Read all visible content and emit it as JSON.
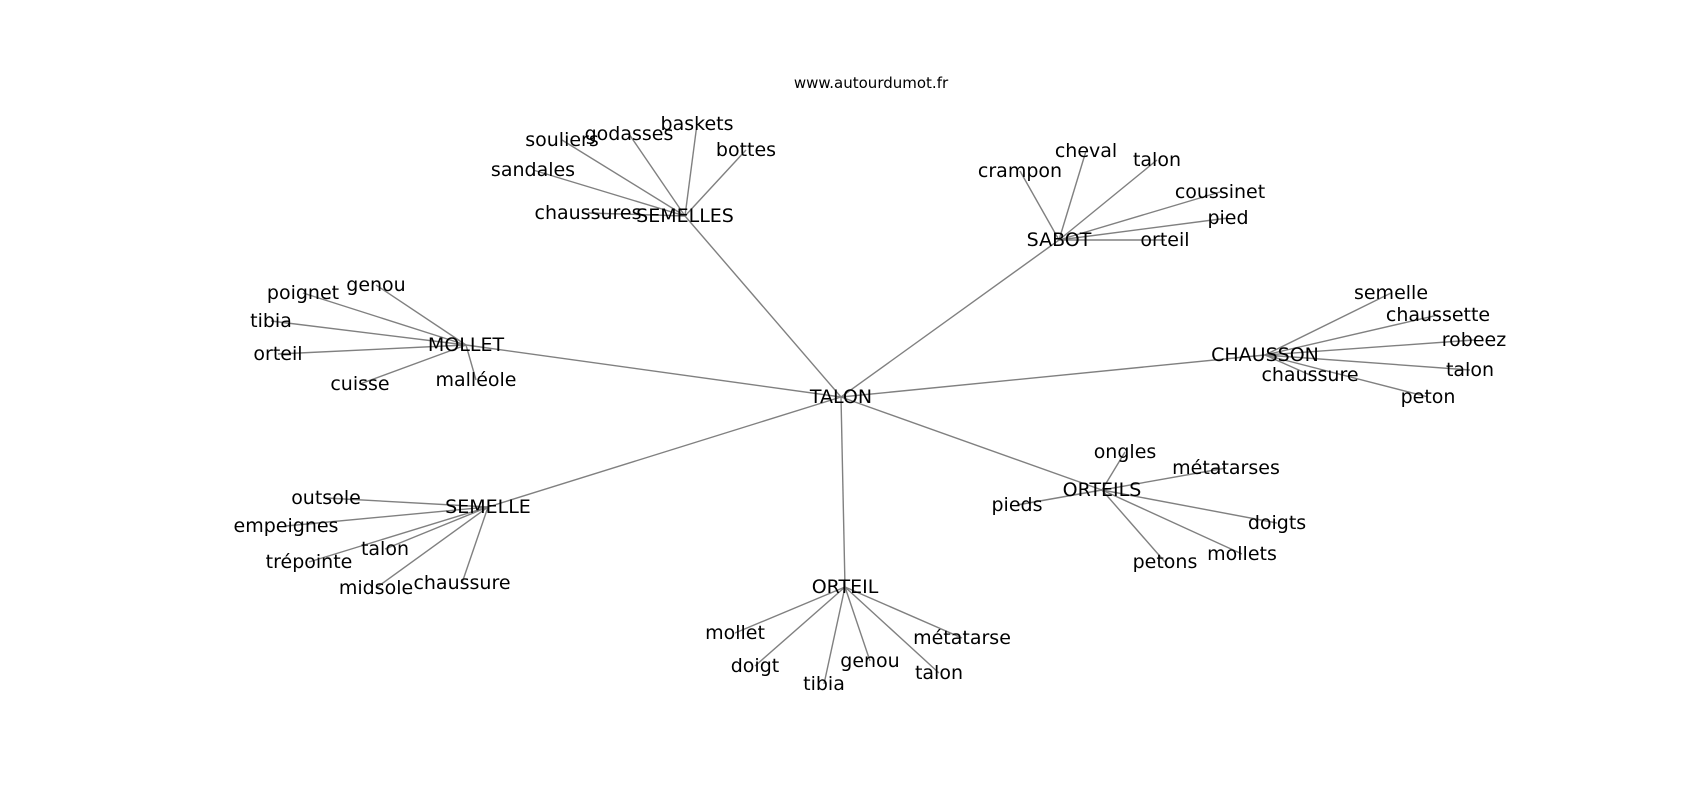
{
  "source": "www.autourdumot.fr",
  "colors": {
    "edge": "#808080",
    "text": "#000000",
    "background": "#ffffff"
  },
  "graph": {
    "center": "TALON",
    "groups": [
      {
        "label": "SEMELLES",
        "leaves": [
          "souliers",
          "godasses",
          "baskets",
          "bottes",
          "sandales",
          "chaussures"
        ]
      },
      {
        "label": "SABOT",
        "leaves": [
          "crampon",
          "cheval",
          "talon",
          "coussinet",
          "pied",
          "orteil"
        ]
      },
      {
        "label": "MOLLET",
        "leaves": [
          "poignet",
          "genou",
          "tibia",
          "orteil",
          "cuisse",
          "malléole"
        ]
      },
      {
        "label": "CHAUSSON",
        "leaves": [
          "semelle",
          "chaussette",
          "robeez",
          "talon",
          "chaussure",
          "peton"
        ]
      },
      {
        "label": "ORTEILS",
        "leaves": [
          "ongles",
          "métatarses",
          "pieds",
          "doigts",
          "mollets",
          "petons"
        ]
      },
      {
        "label": "SEMELLE",
        "leaves": [
          "outsole",
          "empeignes",
          "talon",
          "trépointe",
          "midsole",
          "chaussure"
        ]
      },
      {
        "label": "ORTEIL",
        "leaves": [
          "mollet",
          "métatarse",
          "doigt",
          "genou",
          "tibia",
          "talon"
        ]
      }
    ]
  }
}
